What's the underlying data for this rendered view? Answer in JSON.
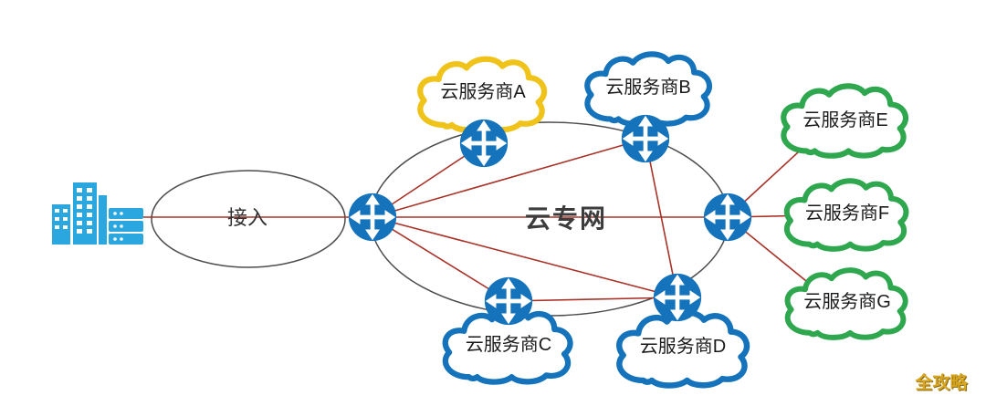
{
  "diagram": {
    "access_label": "接入",
    "network_label": "云专网",
    "watermark": "全攻略",
    "clouds": [
      {
        "id": "A",
        "label": "云服务商A",
        "color": "#EFC319"
      },
      {
        "id": "B",
        "label": "云服务商B",
        "color": "#1473BB"
      },
      {
        "id": "C",
        "label": "云服务商C",
        "color": "#1473BB"
      },
      {
        "id": "D",
        "label": "云服务商D",
        "color": "#1473BB"
      },
      {
        "id": "E",
        "label": "云服务商E",
        "color": "#2EA74E"
      },
      {
        "id": "F",
        "label": "云服务商F",
        "color": "#2EA74E"
      },
      {
        "id": "G",
        "label": "云服务商G",
        "color": "#2EA74E"
      }
    ],
    "colors": {
      "router": "#1473BB",
      "line": "#A93228",
      "building": "#2BA7DF",
      "ellipse_outline": "#4D4D4D"
    }
  }
}
